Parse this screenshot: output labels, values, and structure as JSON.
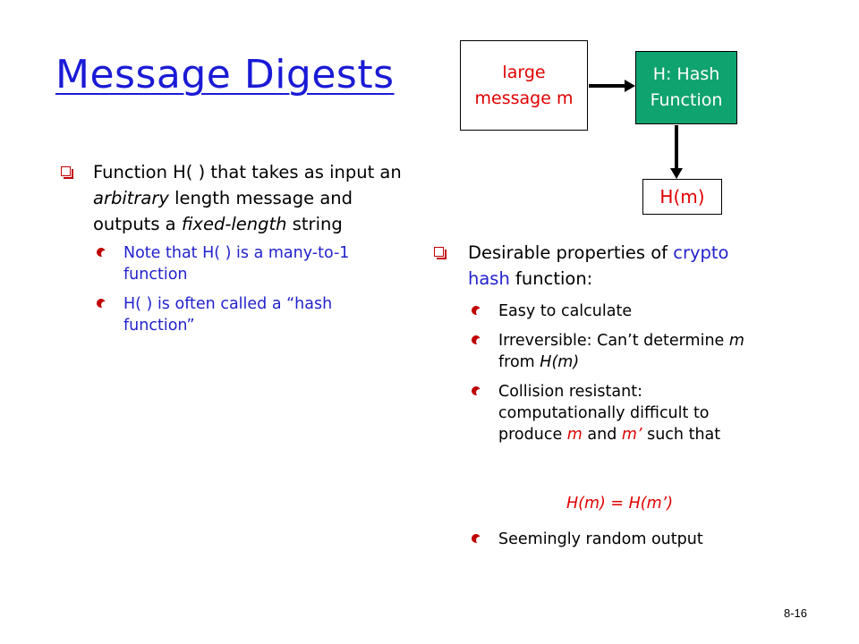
{
  "title": "Message Digests",
  "left": {
    "bullet1": {
      "part1": "Function H( ) that takes as input an ",
      "part2": "arbitrary",
      "part3": " length message and outputs a ",
      "part4": "fixed-length",
      "part5": " string"
    },
    "sub1": "Note that H( ) is a many-to-1 function",
    "sub2": "H( ) is often called a “hash function”"
  },
  "diagram": {
    "input_box": "large message m",
    "hash_box": "H: Hash Function",
    "output_box": "H(m)",
    "colors": {
      "hash_box_fill": "#0fa36f",
      "input_box_text": "#e00000",
      "output_box_text": "#e00000"
    }
  },
  "right": {
    "heading_part1": "Desirable properties of ",
    "heading_part2": "crypto hash",
    "heading_part3": " function:",
    "item1": "Easy to calculate",
    "item2_part1": "Irreversible: Can’t determine ",
    "item2_part2": "m",
    "item2_part3": " from ",
    "item2_part4": "H(m)",
    "item3_part1": "Collision resistant: computationally difficult to produce ",
    "item3_part2": "m",
    "item3_part3": " and ",
    "item3_part4": "m’",
    "item3_part5": " such that",
    "formula": "H(m) = H(m’)",
    "item4": "Seemingly random output"
  },
  "slide_number": "8-16"
}
